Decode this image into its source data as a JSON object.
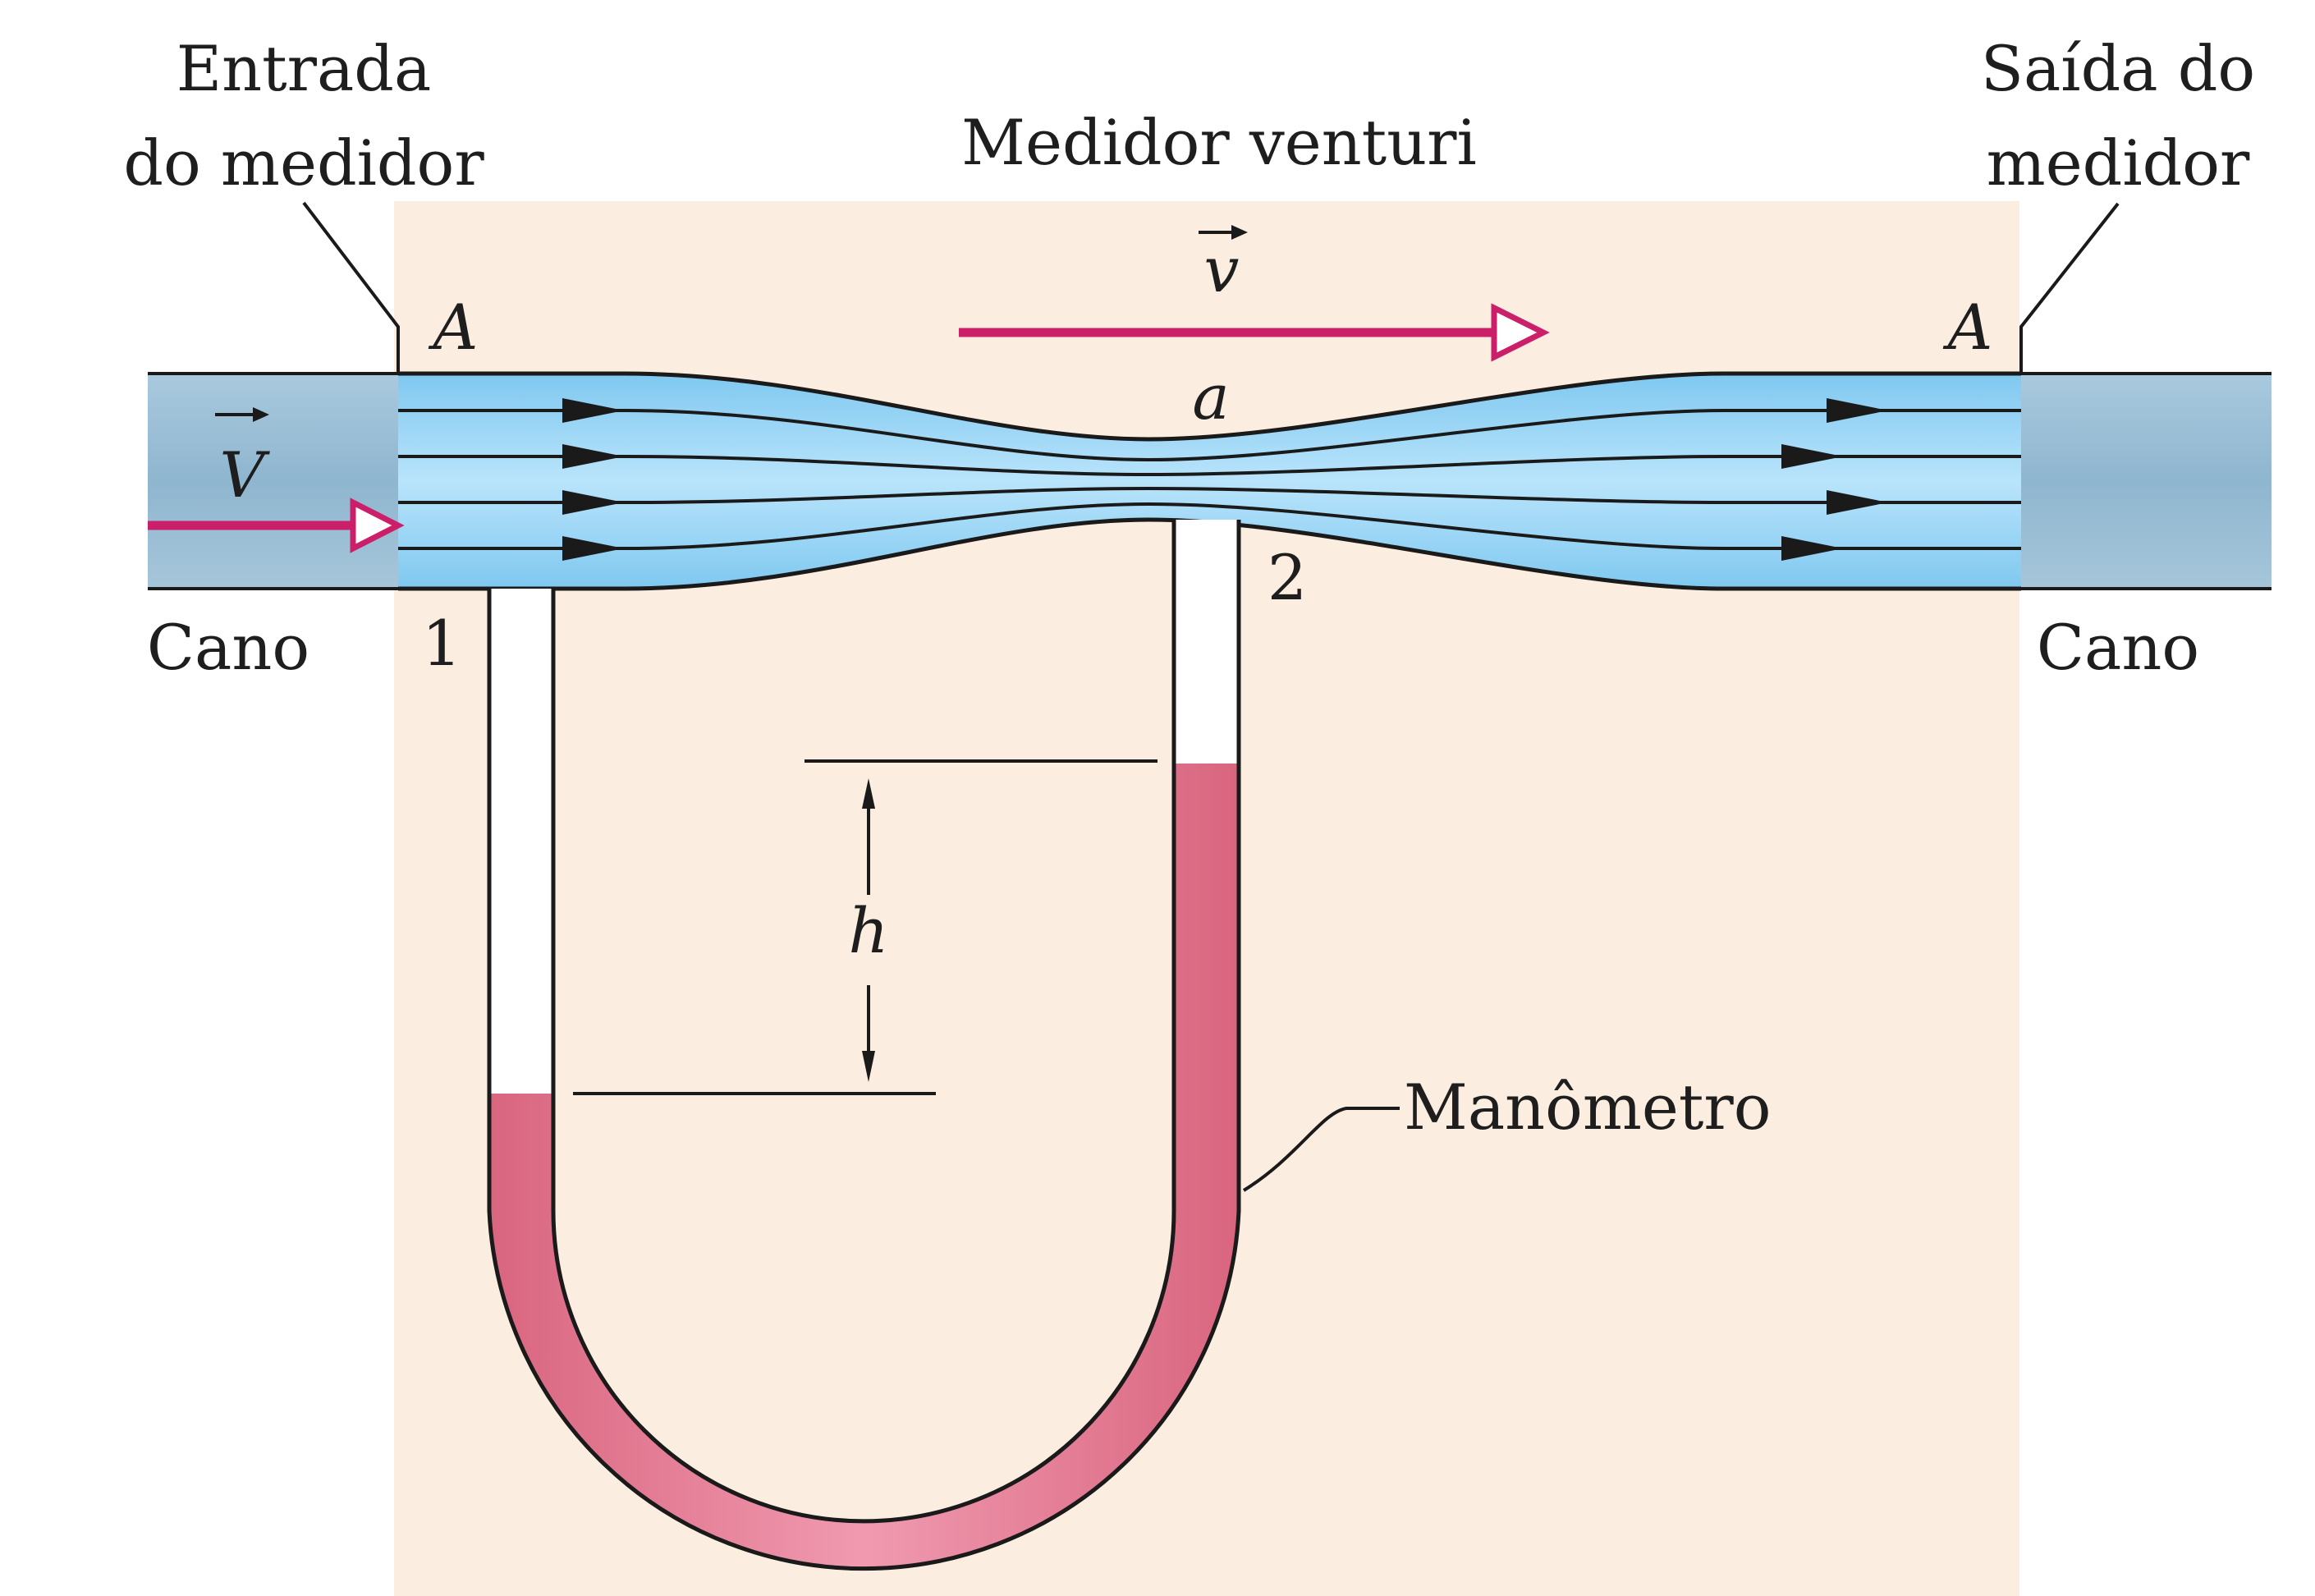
{
  "title": "Medidor venturi",
  "labels": {
    "inlet_line1": "Entrada",
    "inlet_line2": "do medidor",
    "outlet_line1": "Saída do",
    "outlet_line2": "medidor",
    "pipe_left": "Cano",
    "pipe_right": "Cano",
    "area_left": "A",
    "area_right": "A",
    "area_throat": "a",
    "point_1": "1",
    "point_2": "2",
    "height": "h",
    "manometer": "Manômetro",
    "velocity_in": "V",
    "velocity_throat": "v"
  },
  "colors": {
    "background_panel": "#fbeee0",
    "pipe": "#9ec0d6",
    "fluid": "#8fd0f2",
    "manometer_liquid": "#e27a95",
    "arrow": "#cc1f6a",
    "ink": "#1a1a1a"
  }
}
